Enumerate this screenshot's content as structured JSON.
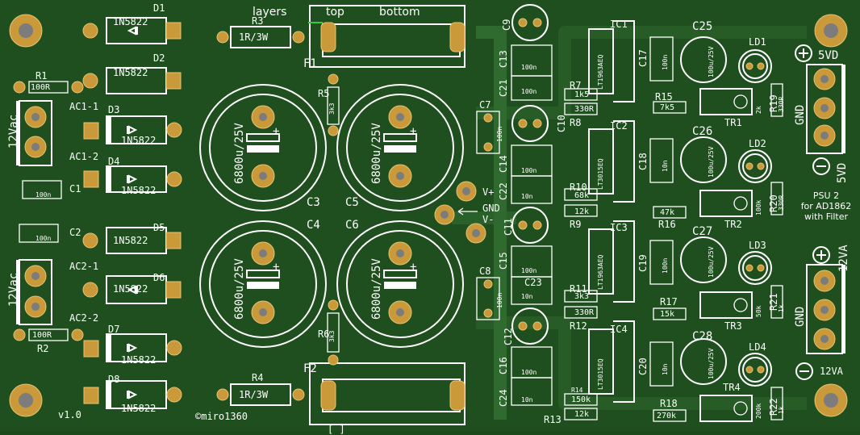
{
  "toolbar": {
    "layers_label": "layers",
    "top_label": "top",
    "bottom_label": "bottom"
  },
  "colors": {
    "board": "#1f4f1f",
    "pour": "#2f6a2f",
    "pad": "#c9993a",
    "silk": "#ffffff"
  },
  "board": {
    "version": "v1.0",
    "credit": "©miro1360",
    "title": "PSU 2\nfor AD1862\nwith Filter",
    "input1": "12Vac",
    "input2": "12Vac",
    "out_5vd": "5VD",
    "out_5vd_neg": "5VD",
    "out_12va": "12VA",
    "out_12va_neg": "12VA",
    "gnd1": "GND",
    "gnd2": "GND",
    "gnd_center": "GND",
    "vplus": "V+",
    "vminus": "V-",
    "ac1_1": "AC1-1",
    "ac1_2": "AC1-2",
    "ac2_1": "AC2-1",
    "ac2_2": "AC2-2"
  },
  "diodes": [
    {
      "ref": "D1",
      "val": "1N5822"
    },
    {
      "ref": "D2",
      "val": "1N5822"
    },
    {
      "ref": "D3",
      "val": "1N5822"
    },
    {
      "ref": "D4",
      "val": "1N5822"
    },
    {
      "ref": "D5",
      "val": "1N5822"
    },
    {
      "ref": "D6",
      "val": "1N5822"
    },
    {
      "ref": "D7",
      "val": "1N5822"
    },
    {
      "ref": "D8",
      "val": "1N5822"
    }
  ],
  "resistors": {
    "R1": "100R",
    "R2": "100R",
    "R3": "1R/3W",
    "R4": "1R/3W",
    "R5": "3k3",
    "R6": "3k3",
    "R7": "1k5",
    "R8": "330R",
    "R9": "12k",
    "R10": "68k",
    "R11": "3k3",
    "R12": "330R",
    "R13": "12k",
    "R14": "150k",
    "R15": "7k5",
    "R16": "47k",
    "R17": "15k",
    "R18": "270k",
    "R19": "330R",
    "R20": "330R",
    "R21": "1k",
    "R22": "1k"
  },
  "trimmers": {
    "TR1": "2k",
    "TR2": "100k",
    "TR3": "50k",
    "TR4": "200k"
  },
  "big_caps": {
    "C3": "6800u/25V",
    "C4": "6800u/25V",
    "C5": "6800u/25V",
    "C6": "6800u/25V"
  },
  "small_caps": {
    "C1": "100n",
    "C2": "100n",
    "C7": "100n",
    "C8": "100n",
    "C13": "100n",
    "C14": "100n",
    "C15": "100n",
    "C16": "100n",
    "C21": "100n",
    "C22": "10n",
    "C23": "10n",
    "C24": "10n",
    "C17": "100n",
    "C18": "10n",
    "C19": "100n",
    "C20": "10n"
  },
  "elec_caps": {
    "C25": "100u/25V",
    "C26": "100u/25V",
    "C27": "100u/25V",
    "C28": "100u/25V"
  },
  "ics": [
    {
      "ref": "IC1",
      "val": "LT1963AEQ"
    },
    {
      "ref": "IC2",
      "val": "LT3015EQ"
    },
    {
      "ref": "IC3",
      "val": "LT1963AEQ"
    },
    {
      "ref": "IC4",
      "val": "LT3015EQ"
    }
  ],
  "fuses": {
    "F1": "F1",
    "F2": "F2"
  },
  "leds": [
    "LD1",
    "LD2",
    "LD3",
    "LD4"
  ],
  "misc_caps": [
    "C9",
    "C10",
    "C11",
    "C12"
  ],
  "bottom_mark": "[ ]"
}
